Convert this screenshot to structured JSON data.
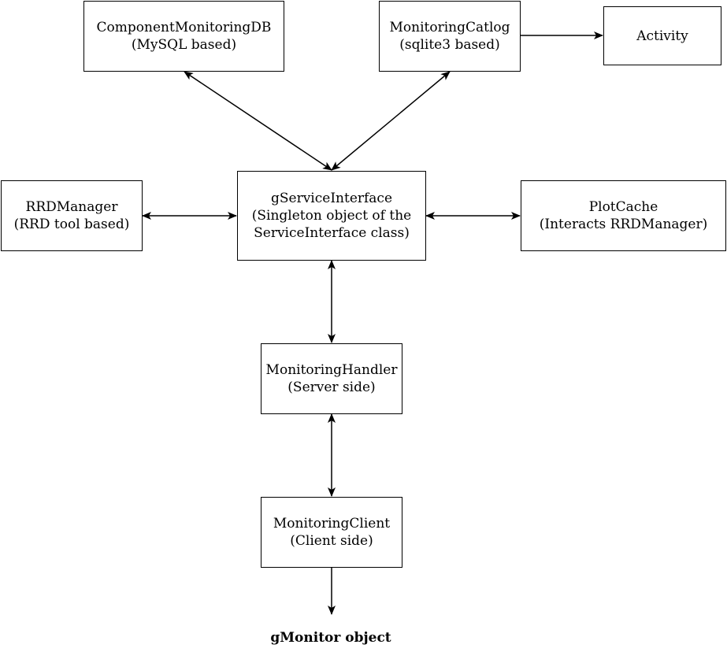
{
  "nodes": {
    "component_db": {
      "line1": "ComponentMonitoringDB",
      "line2": "(MySQL based)"
    },
    "catalog": {
      "line1": "MonitoringCatlog",
      "line2": "(sqlite3 based)"
    },
    "activity": {
      "line1": "Activity"
    },
    "rrd_manager": {
      "line1": "RRDManager",
      "line2": "(RRD tool based)"
    },
    "service_interface": {
      "line1": "gServiceInterface",
      "line2": "(Singleton object of the",
      "line3": "ServiceInterface class)"
    },
    "plot_cache": {
      "line1": "PlotCache",
      "line2": "(Interacts RRDManager)"
    },
    "handler": {
      "line1": "MonitoringHandler",
      "line2": "(Server side)"
    },
    "client": {
      "line1": "MonitoringClient",
      "line2": "(Client side)"
    }
  },
  "output_label": "gMonitor object",
  "edges": [
    {
      "from": "component_db",
      "to": "service_interface",
      "direction": "both"
    },
    {
      "from": "catalog",
      "to": "service_interface",
      "direction": "both"
    },
    {
      "from": "catalog",
      "to": "activity",
      "direction": "forward"
    },
    {
      "from": "rrd_manager",
      "to": "service_interface",
      "direction": "both"
    },
    {
      "from": "service_interface",
      "to": "plot_cache",
      "direction": "both"
    },
    {
      "from": "service_interface",
      "to": "handler",
      "direction": "both"
    },
    {
      "from": "handler",
      "to": "client",
      "direction": "both"
    },
    {
      "from": "client",
      "to": "output",
      "direction": "forward"
    }
  ]
}
